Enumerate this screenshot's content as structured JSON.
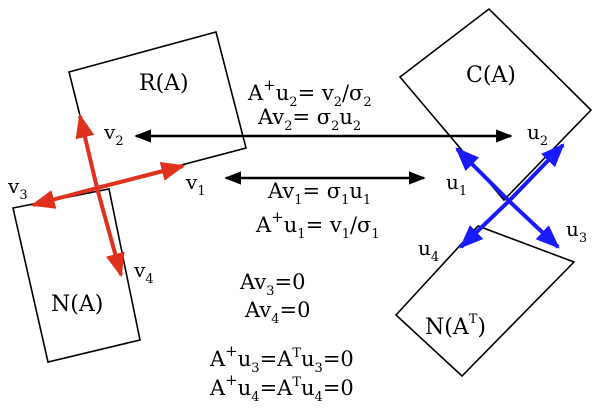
{
  "labels": {
    "RA": "R(A)",
    "CA": "C(A)",
    "NA": "N(A)",
    "NAT_base": "N(A",
    "NAT_sup": "T",
    "NAT_close": ")",
    "v1": "v",
    "v1_sub": "1",
    "v2": "v",
    "v2_sub": "2",
    "v3": "v",
    "v3_sub": "3",
    "v4": "v",
    "v4_sub": "4",
    "u1": "u",
    "u1_sub": "1",
    "u2": "u",
    "u2_sub": "2",
    "u3": "u",
    "u3_sub": "3",
    "u4": "u",
    "u4_sub": "4"
  },
  "equations": {
    "eq1": {
      "a": "A",
      "plus": "+",
      "b": "u",
      "bs": "2",
      "c": "= v",
      "cs": "2",
      "d": "/σ",
      "ds": "2"
    },
    "eq2": {
      "a": "Av",
      "as": "2",
      "b": "= σ",
      "bs": "2",
      "c": "u",
      "cs": "2"
    },
    "eq3": {
      "a": "Av",
      "as": "1",
      "b": "= σ",
      "bs": "1",
      "c": "u",
      "cs": "1"
    },
    "eq4": {
      "a": "A",
      "plus": "+",
      "b": "u",
      "bs": "1",
      "c": "= v",
      "cs": "1",
      "d": "/σ",
      "ds": "1"
    },
    "eq5": {
      "a": "Av",
      "as": "3",
      "b": "=0"
    },
    "eq6": {
      "a": "Av",
      "as": "4",
      "b": "=0"
    },
    "eq7": {
      "a": "A",
      "plus": "+",
      "b": "u",
      "bs": "3",
      "c": "=A",
      "csup": "T",
      "d": "u",
      "ds": "3",
      "e": "=0"
    },
    "eq8": {
      "a": "A",
      "plus": "+",
      "b": "u",
      "bs": "4",
      "c": "=A",
      "csup": "T",
      "d": "u",
      "ds": "4",
      "e": "=0"
    }
  },
  "colors": {
    "red": "#e0301e",
    "blue": "#1a1aff",
    "black": "#000000"
  }
}
